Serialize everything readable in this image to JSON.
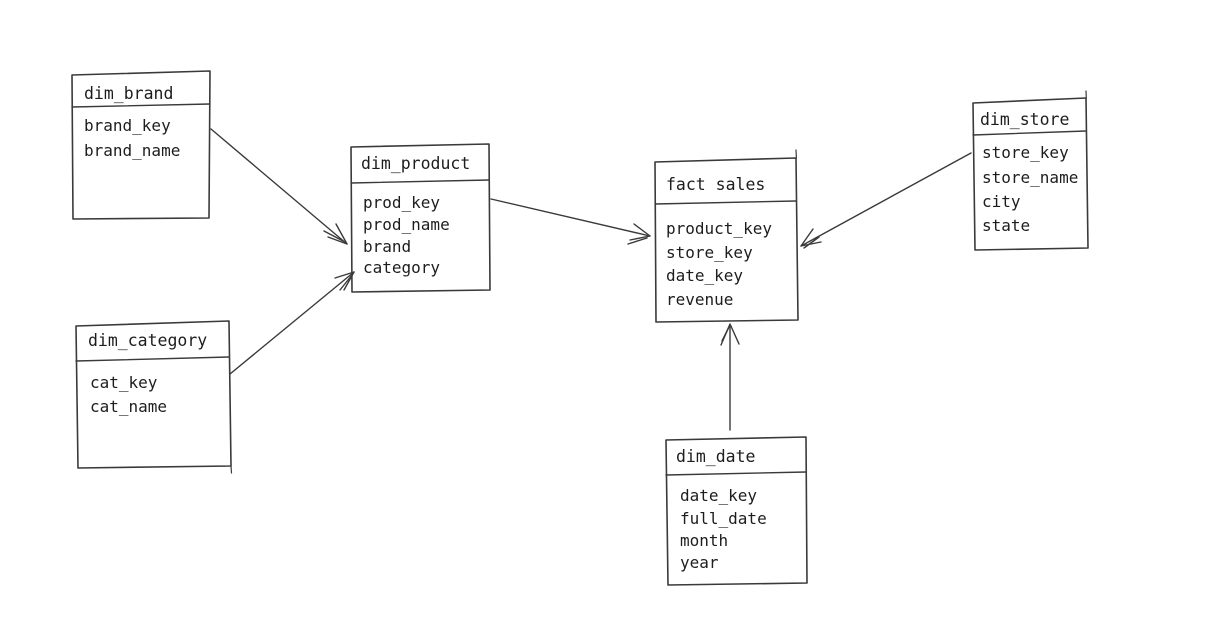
{
  "diagram": {
    "kind": "star-schema-er-diagram",
    "colors": {
      "background": "#ffffff",
      "stroke": "#3a3a3a",
      "text": "#1d1d1d"
    },
    "entities": [
      {
        "name": "dim_brand",
        "fields": [
          "brand_key",
          "brand_name"
        ]
      },
      {
        "name": "dim_category",
        "fields": [
          "cat_key",
          "cat_name"
        ]
      },
      {
        "name": "dim_product",
        "fields": [
          "prod_key",
          "prod_name",
          "brand",
          "category"
        ]
      },
      {
        "name": "fact sales",
        "fields": [
          "product_key",
          "store_key",
          "date_key",
          "revenue"
        ]
      },
      {
        "name": "dim_store",
        "fields": [
          "store_key",
          "store_name",
          "city",
          "state"
        ]
      },
      {
        "name": "dim_date",
        "fields": [
          "date_key",
          "full_date",
          "month",
          "year"
        ]
      }
    ],
    "relationships": [
      {
        "from": "dim_brand",
        "to": "dim_product"
      },
      {
        "from": "dim_category",
        "to": "dim_product"
      },
      {
        "from": "dim_product",
        "to": "fact sales"
      },
      {
        "from": "dim_store",
        "to": "fact sales"
      },
      {
        "from": "dim_date",
        "to": "fact sales"
      }
    ]
  }
}
